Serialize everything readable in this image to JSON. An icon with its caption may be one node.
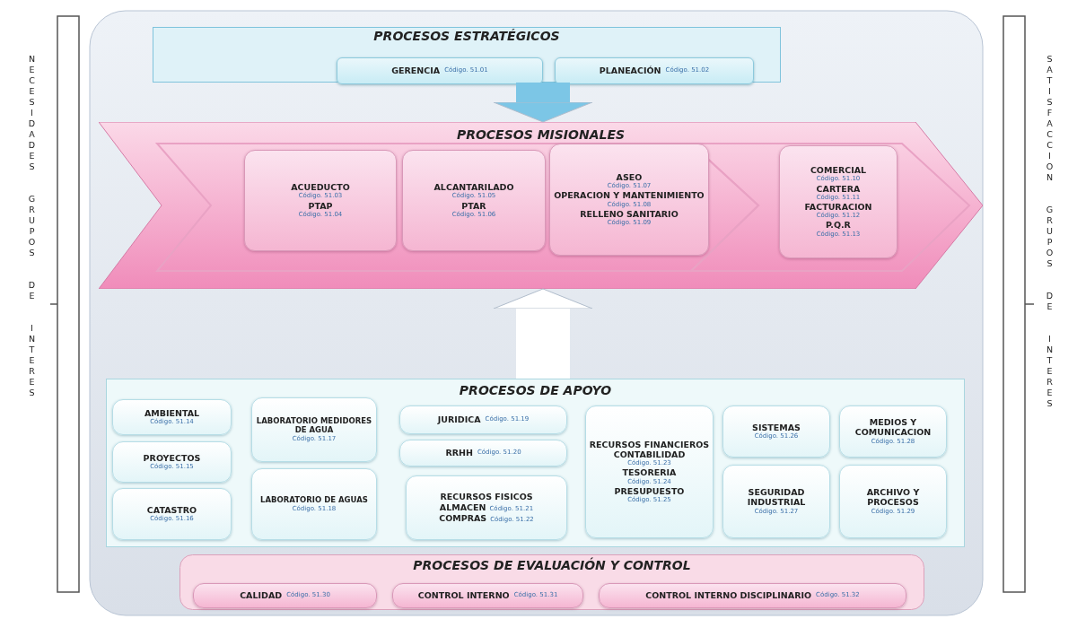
{
  "diagram": {
    "nodes": [
      {
        "text": [
          "PROCESOS ESTRATÉGICOS"
        ]
      },
      {
        "text": [
          "GERENCIA",
          "Código. 51.01"
        ],
        "in": 0
      },
      {
        "text": [
          "PLANEACIÓN",
          "Código. 51.02"
        ],
        "in": 0
      },
      {
        "text": [
          "PROCESOS MISIONALES"
        ]
      },
      {
        "text": [
          "ACUEDUCTO",
          "Código. 51.03",
          "PTAP",
          "Código. 51.04"
        ],
        "in": 3
      },
      {
        "text": [
          "ALCANTARILADO",
          "Código. 51.05",
          "PTAR",
          "Código. 51.06"
        ],
        "in": 3
      },
      {
        "text": [
          "ASEO",
          "Código. 51.07",
          "OPERACION Y MANTENIMIENTO",
          "Código. 51.08",
          "RELLENO SANITARIO",
          "Código. 51.09"
        ],
        "in": 3
      },
      {
        "text": [
          "COMERCIAL",
          "Código. 51.10",
          "CARTERA",
          "Código. 51.11",
          "FACTURACION",
          "Código. 51.12",
          "P.Q.R",
          "Código. 51.13"
        ],
        "in": 3
      },
      {
        "text": [
          "PROCESOS DE APOYO"
        ]
      },
      {
        "text": [
          "AMBIENTAL",
          "Código. 51.14"
        ],
        "in": 8
      },
      {
        "text": [
          "PROYECTOS",
          "Código. 51.15"
        ],
        "in": 8
      },
      {
        "text": [
          "CATASTRO",
          "Código. 51.16"
        ],
        "in": 8
      },
      {
        "text": [
          "LABORATORIO MEDIDORES DE AGUA",
          "Código. 51.17"
        ],
        "in": 8
      },
      {
        "text": [
          "LABORATORIO DE AGUAS",
          "Código. 51.18"
        ],
        "in": 8
      },
      {
        "text": [
          "JURIDICA",
          "Código. 51.19"
        ],
        "in": 8
      },
      {
        "text": [
          "RRHH",
          "Código. 51.20"
        ],
        "in": 8
      },
      {
        "text": [
          "RECURSOS FISICOS",
          "ALMACEN",
          "Código. 51.21",
          "COMPRAS",
          "Código. 51.22"
        ],
        "in": 8
      },
      {
        "text": [
          "RECURSOS FINANCIEROS",
          "CONTABILIDAD",
          "Código. 51.23",
          "TESORERIA",
          "Código. 51.24",
          "PRESUPUESTO",
          "Código. 51.25"
        ],
        "in": 8
      },
      {
        "text": [
          "SISTEMAS",
          "Código. 51.26"
        ],
        "in": 8
      },
      {
        "text": [
          "MEDIOS Y COMUNICACION",
          "Código. 51.28"
        ],
        "in": 8
      },
      {
        "text": [
          "SEGURIDAD INDUSTRIAL",
          "Código. 51.27"
        ],
        "in": 8
      },
      {
        "text": [
          "ARCHIVO Y PROCESOS",
          "Código. 51.29"
        ],
        "in": 8
      },
      {
        "text": [
          "PROCESOS DE EVALUACIÓN Y CONTROL"
        ]
      },
      {
        "text": [
          "CALIDAD",
          "Código. 51.30"
        ],
        "in": 22
      },
      {
        "text": [
          "CONTROL INTERNO",
          "Código. 51.31"
        ],
        "in": 22
      },
      {
        "text": [
          "CONTROL INTERNO DISCIPLINARIO",
          "Código. 51.32"
        ],
        "in": 22
      }
    ],
    "edges": [
      {
        "from": 0,
        "to": 3,
        "arrow": "to",
        "color": "#7cc6e6"
      },
      {
        "from": 8,
        "to": 3,
        "arrow": "to",
        "color": "#ffffff"
      }
    ],
    "labels": [
      "NECESIDADES GRUPOS DE INTERES",
      "SATISFACCION GRUPOS DE INTERES"
    ]
  }
}
